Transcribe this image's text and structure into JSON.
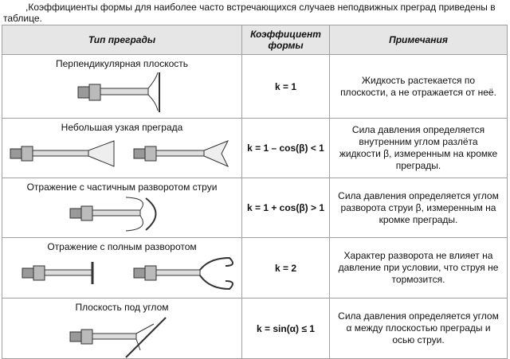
{
  "intro": ",Коэффициенты формы для наиболее часто встречающихся случаев неподвижных преград приведены в таблице.",
  "headers": {
    "type": "Тип преграды",
    "k": "Коэффициент формы",
    "note": "Примечания"
  },
  "rows": [
    {
      "type": "Перпендикулярная плоскость",
      "k": "k = 1",
      "note": "Жидкость растекается по плоскости, а не отражается от неё."
    },
    {
      "type": "Небольшая узкая преграда",
      "k": "k = 1 – cos(β) < 1",
      "note": "Сила давления определяется внутренним углом разлёта жидкости β, измеренным на кромке преграды."
    },
    {
      "type": "Отражение с частичным разворотом струи",
      "k": "k = 1 + cos(β) > 1",
      "note": "Сила давления определяется углом разворота струи β, измеренным на кромке преграды."
    },
    {
      "type": "Отражение с полным разворотом",
      "k": "k = 2",
      "note": "Характер разворота не влияет на давление при условии, что струя не тормозится."
    },
    {
      "type": "Плоскость под углом",
      "k": "k = sin(α) ≤ 1",
      "note": "Сила давления определяется углом α между плоскостью преграды и осью струи."
    }
  ]
}
